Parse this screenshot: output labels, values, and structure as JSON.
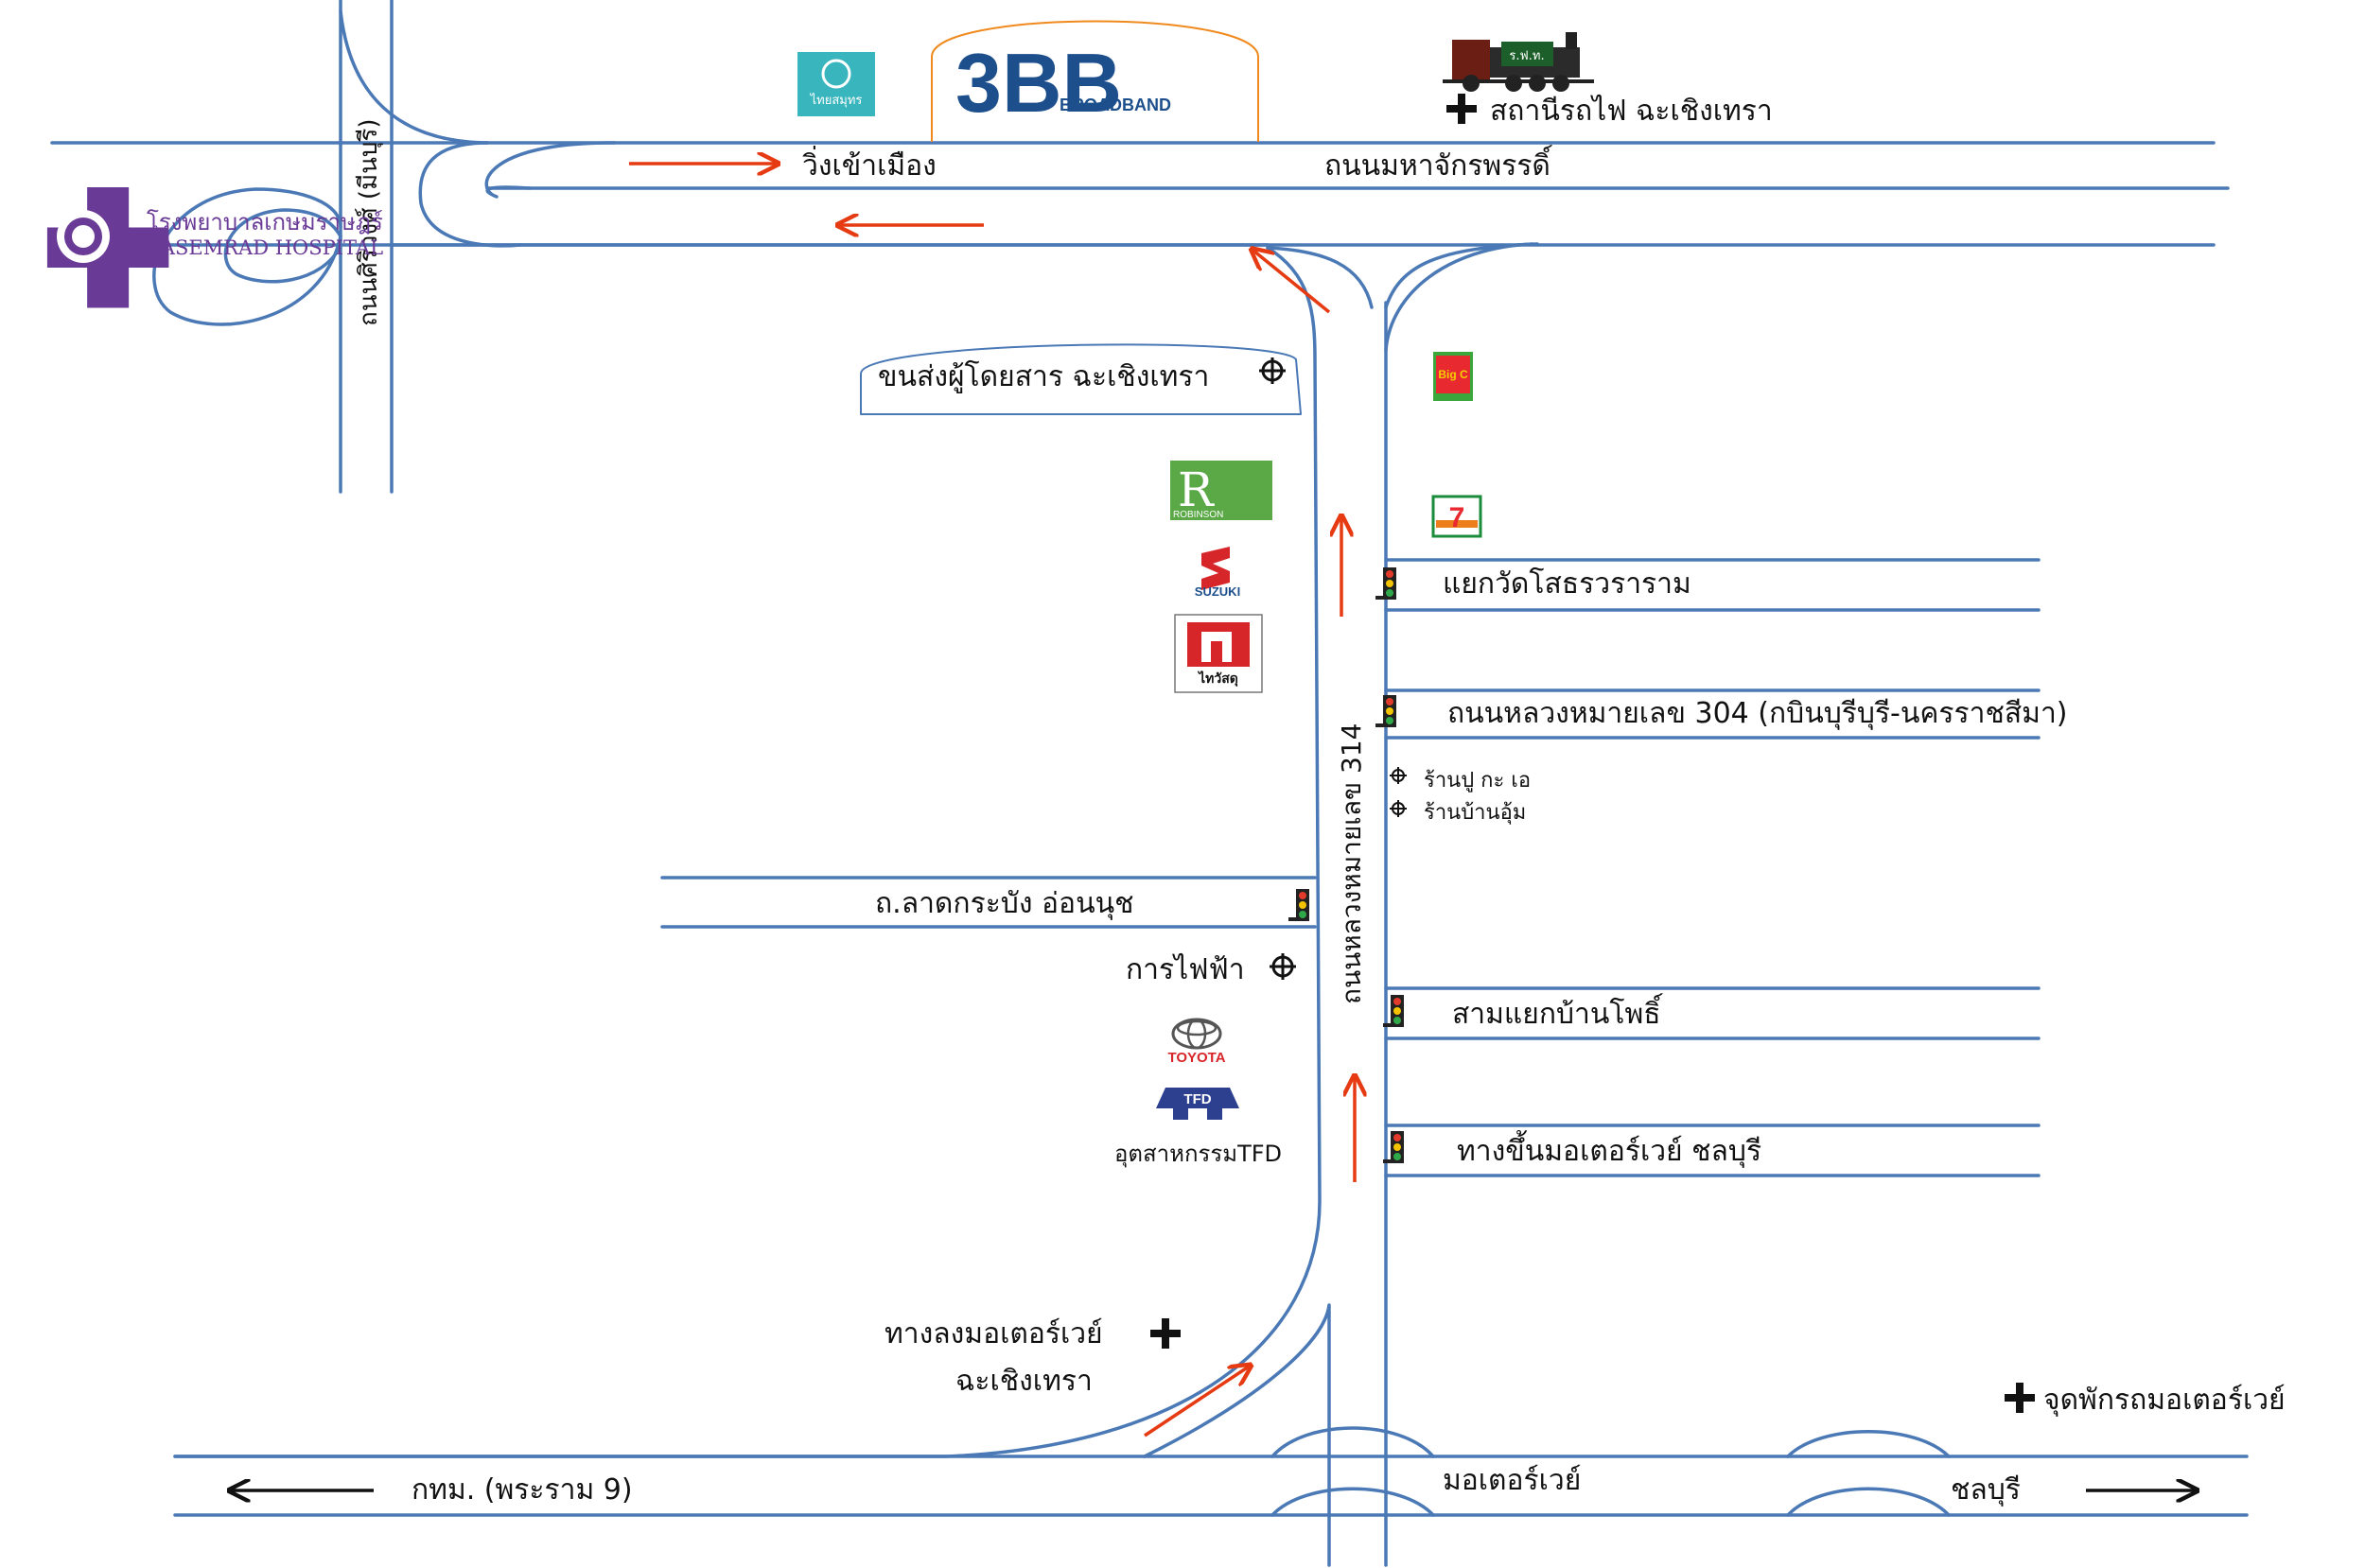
{
  "roads": {
    "maha_chakkraphat": "ถนนมหาจักรพรรดิ์",
    "inbound": "วิ่งเข้าเมือง",
    "suriyawong": "ถนนศิริวงศ์ (มีนบุรี)",
    "route_314": "ถนนหลวงหมายเลข 314",
    "route_304": "ถนนหลวงหมายเลข 304 (กบินบุรีบุรี-นครราชสีมา)",
    "lat_krabang": "ถ.ลาดกระบัง อ่อนนุช",
    "motorway": "มอเตอร์เวย์",
    "to_bangkok": "กทม. (พระราม 9)",
    "to_chonburi": "ชลบุรี"
  },
  "junctions": {
    "wat_sothon": "แยกวัดโสธรวราราม",
    "ban_pho": "สามแยกบ้านโพธิ์",
    "motorway_up": "ทางขึ้นมอเตอร์เวย์ ชลบุรี"
  },
  "places": {
    "train_station": "สถานีรถไฟ ฉะเชิงเทรา",
    "bus_terminal": "ขนส่งผู้โดยสาร ฉะเชิงเทรา",
    "electricity": "การไฟฟ้า",
    "motorway_down_1": "ทางลงมอเตอร์เวย์",
    "motorway_down_2": "ฉะเชิงเทรา",
    "rest_area": "จุดพักรถมอเตอร์เวย์",
    "shop_pu": "ร้านปู กะ เอ",
    "shop_baan_um": "ร้านบ้านอุ้ม",
    "tfd_industry": "อุตสาหกรรมTFD"
  },
  "logos": {
    "hospital_th": "โรงพยาบาลเกษมราษฎร์",
    "hospital_en": "KASEMRAD HOSPITAL",
    "thaisamut": "ไทยสมุทร",
    "threebb": "3BB",
    "threebb_sub": "BROADBAND",
    "train_sign": "ร.ฟ.ท.",
    "bigc": "Big C",
    "seven": "7",
    "robinson": "ROBINSON",
    "suzuki": "SUZUKI",
    "thaiwatsadu": "ไทวัสดุ",
    "toyota": "TOYOTA",
    "tfd": "TFD"
  },
  "colors": {
    "road": "#4a79b6",
    "arrow": "#e63a12",
    "hospital": "#6a3a97",
    "threebb": "#1d4f8c",
    "threebb_orange": "#f08a1e",
    "robinson": "#5aa846",
    "bigc": "#e8292f",
    "suzuki": "#d7262a",
    "thaiwatsadu": "#d7262a"
  }
}
